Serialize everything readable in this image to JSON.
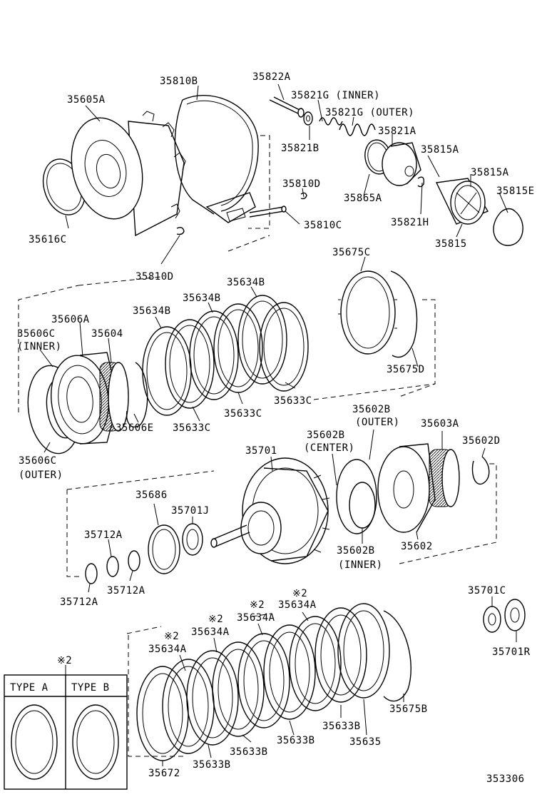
{
  "figure_id": "353306",
  "labels": {
    "p35605A": "35605A",
    "p35810B": "35810B",
    "p35822A": "35822A",
    "p35821G_inner": "35821G (INNER)",
    "p35821G_outer": "35821G (OUTER)",
    "p35821A": "35821A",
    "p35821B": "35821B",
    "p35815A_1": "35815A",
    "p35815A_2": "35815A",
    "p35815E": "35815E",
    "p35810D_1": "35810D",
    "p35865A": "35865A",
    "p35821H": "35821H",
    "p35616C": "35616C",
    "p35810C": "35810C",
    "p35815": "35815",
    "p35810D_2": "35810D",
    "p35675C": "35675C",
    "p35634B_1": "35634B",
    "p35634B_2": "35634B",
    "p35634B_3": "35634B",
    "p35606A": "35606A",
    "p35606C_inner_1": "35606C",
    "p35606C_inner_2": "(INNER)",
    "p35604": "35604",
    "p35675D": "35675D",
    "p35633C_1": "35633C",
    "p35633C_2": "35633C",
    "p35633C_3": "35633C",
    "p35606E": "35606E",
    "p35606C_outer_1": "35606C",
    "p35606C_outer_2": "(OUTER)",
    "p35602B_outer_1": "35602B",
    "p35602B_outer_2": "(OUTER)",
    "p35603A": "35603A",
    "p35602B_center_1": "35602B",
    "p35602B_center_2": "(CENTER)",
    "p35602D": "35602D",
    "p35701": "35701",
    "p35686": "35686",
    "p35701J": "35701J",
    "p35712A_1": "35712A",
    "p35712A_2": "35712A",
    "p35712A_3": "35712A",
    "p35602B_inner_1": "35602B",
    "p35602B_inner_2": "(INNER)",
    "p35602": "35602",
    "p35701C": "35701C",
    "p35701R": "35701R",
    "p35634A_1": "※2",
    "p35634A_1b": "35634A",
    "p35634A_2": "※2",
    "p35634A_2b": "35634A",
    "p35634A_3": "※2",
    "p35634A_3b": "35634A",
    "p35634A_4": "※2",
    "p35634A_4b": "35634A",
    "p35675B": "35675B",
    "p35635": "35635",
    "p35633B_1": "35633B",
    "p35633B_2": "35633B",
    "p35633B_3": "35633B",
    "p35633B_4": "35633B",
    "p35672": "35672",
    "note_mark": "※2"
  },
  "type_box": {
    "type_a": "TYPE  A",
    "type_b": "TYPE  B"
  }
}
